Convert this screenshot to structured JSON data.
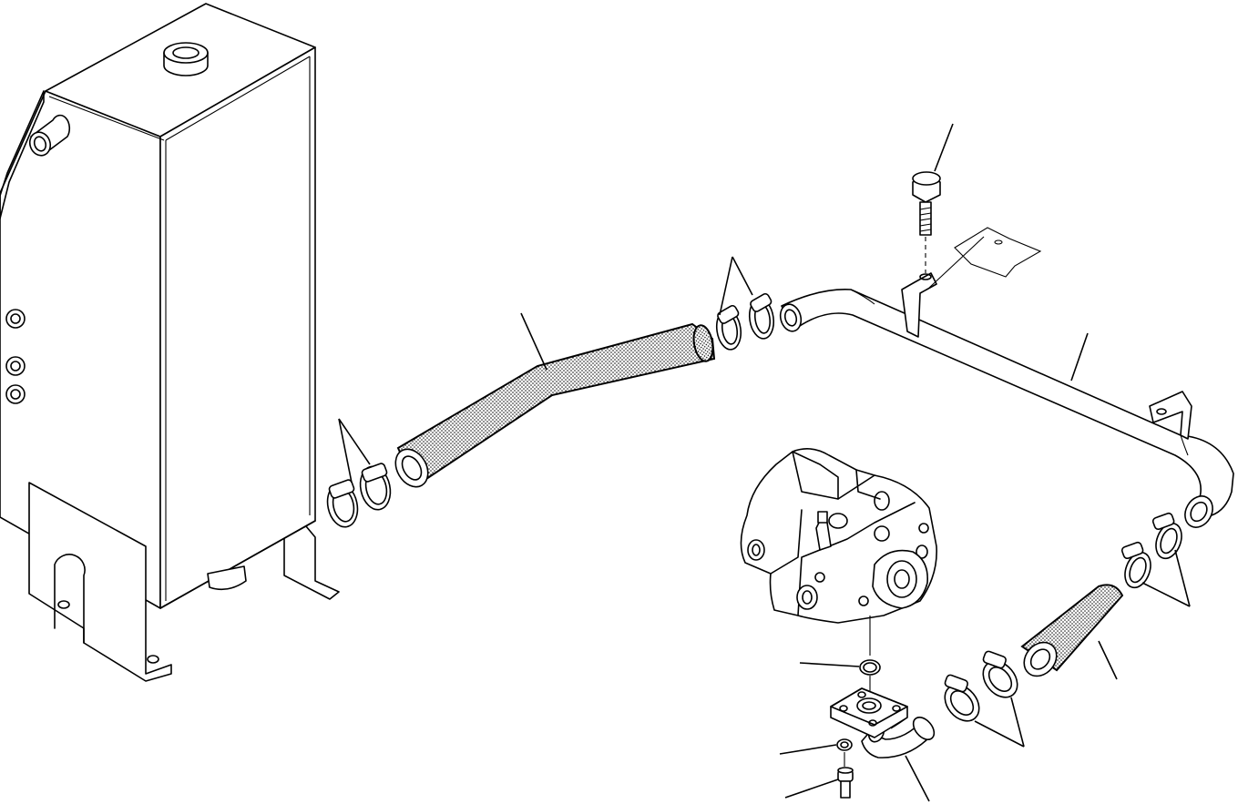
{
  "figure": {
    "callout_labels": []
  },
  "parts": {
    "hydraulic_tank": "hydraulic-tank",
    "suction_hose_main": "suction-hose",
    "suction_tube": "suction-tube",
    "hose_short": "hose-short",
    "elbow_hose": "elbow-hose",
    "pump": "hydraulic-pump",
    "flange": "flange",
    "o_ring": "o-ring",
    "bolt": "bolt",
    "washer": "washer",
    "cap_screw": "cap-screw",
    "hose_clamp": "hose-clamp",
    "mount_plate": "mount-plate"
  }
}
